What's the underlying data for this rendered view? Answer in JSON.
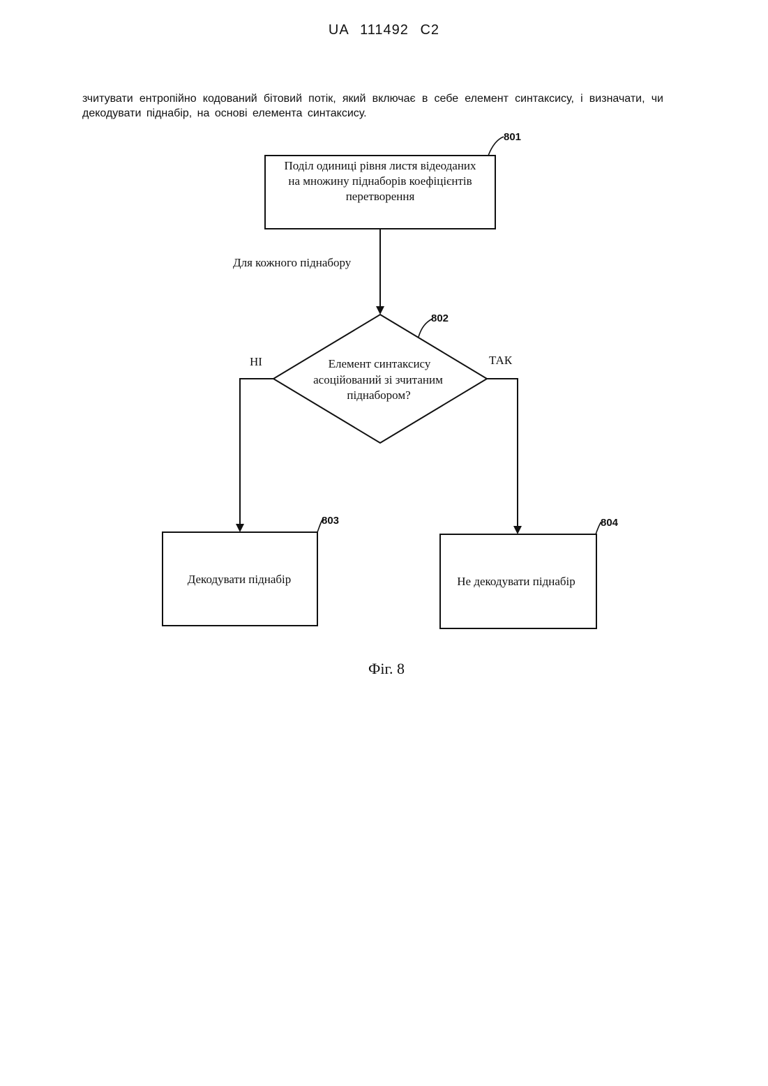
{
  "header": {
    "doc_id": "UA   111492   C2"
  },
  "body_text": "зчитувати ентропійно кодований бітовий потік, який включає в себе елемент синтаксису, і визначати, чи декодувати піднабір, на основі елемента синтаксису.",
  "flowchart": {
    "step_801": {
      "ref": "801",
      "lines": [
        "Поділ одиниці рівня листя відеоданих",
        "на множину піднаборів коефіцієнтів",
        "перетворення"
      ]
    },
    "loop_label": "Для кожного піднабору",
    "step_802": {
      "ref": "802",
      "lines": [
        "Елемент синтаксису",
        "асоційований зі зчитаним",
        "піднабором?"
      ],
      "no_label": "НІ",
      "yes_label": "ТАК"
    },
    "step_803": {
      "ref": "803",
      "text": "Декодувати піднабір"
    },
    "step_804": {
      "ref": "804",
      "text": "Не декодувати піднабір"
    }
  },
  "caption": "Фіг. 8"
}
